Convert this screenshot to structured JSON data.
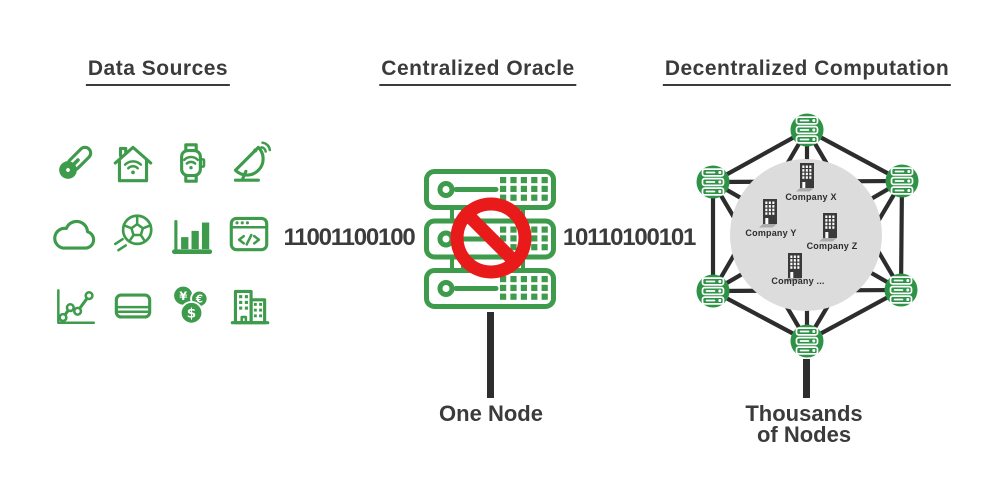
{
  "colors": {
    "icon_green": "#3d9b4b",
    "node_green": "#2e9347",
    "alert_red": "#e81a1a",
    "text_dark": "#3b3b3b",
    "edge_dark": "#2d2d2d",
    "trust_circle_gray": "#dcdcdc"
  },
  "data_sources": {
    "heading": "Data Sources",
    "icons": [
      "thermometer",
      "smart-home",
      "smartwatch",
      "satellite-dish",
      "cloud",
      "soccer-ball",
      "bar-chart",
      "code-api",
      "line-chart",
      "credit-card",
      "currency-coins",
      "buildings"
    ]
  },
  "centralized": {
    "heading": "Centralized Oracle",
    "input_bits": "11001100100",
    "output_bits": "10110100101",
    "caption": "One Node"
  },
  "decentralized": {
    "heading": "Decentralized Computation",
    "caption_line1": "Thousands",
    "caption_line2": "of Nodes",
    "companies": [
      "Company X",
      "Company Y",
      "Company Z",
      "Company ..."
    ]
  }
}
